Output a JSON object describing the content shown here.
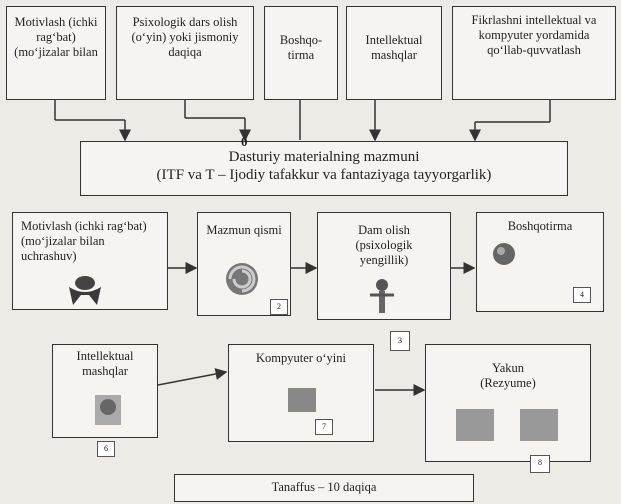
{
  "top_boxes": [
    "Motivlash (ichki rag‘bat) (mo‘jizalar bilan",
    "Psixologik dars olish (o‘yin) yoki jismoniy daqiqa",
    "Boshqo-tirma",
    "Intellektual mashqlar",
    "Fikrlashni intellektual va kompyuter yordamida qo‘llab-quvvatlash"
  ],
  "center_box": {
    "line1": "Dasturiy materialning mazmuni",
    "line2": "(ITF va T – Ijodiy tafakkur va fantaziyaga   tayyorgarlik)",
    "marker": "0"
  },
  "row2": [
    {
      "label": "Motivlash (ichki rag‘bat) (mo‘jizalar bilan uchrashuv)"
    },
    {
      "label": "Mazmun qismi",
      "num": "2"
    },
    {
      "label": "Dam olish (psixologik yengillik)",
      "num": "3"
    },
    {
      "label": "Boshqotirma",
      "num": "4"
    }
  ],
  "row3": [
    {
      "label": "Intellektual mashqlar",
      "num": "6"
    },
    {
      "label": "Kompyuter o‘yini",
      "num": "7"
    },
    {
      "label": "Yakun (Rezyume)",
      "num": "8"
    }
  ],
  "break_box": "Tanaffus – 10 daqiqa",
  "colors": {
    "border": "#333333",
    "background": "#ecebe6",
    "box": "#f5f4f0"
  },
  "icons": [
    "figure-icon",
    "swirl-icon",
    "person-icon",
    "puzzle-icon",
    "brain-icon",
    "computer-screen-icon",
    "picture-icon"
  ]
}
